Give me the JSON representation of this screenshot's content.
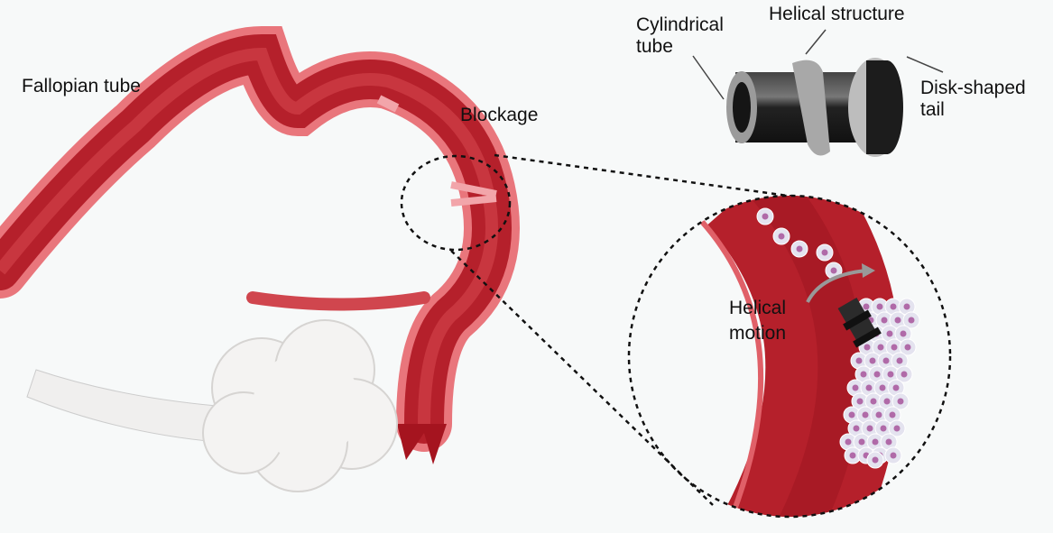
{
  "labels": {
    "fallopian_tube": "Fallopian tube",
    "blockage": "Blockage",
    "cylindrical_tube_1": "Cylindrical",
    "cylindrical_tube_2": "tube",
    "helical_structure": "Helical structure",
    "disk_tail_1": "Disk-shaped",
    "disk_tail_2": "tail",
    "helical_motion_1": "Helical",
    "helical_motion_2": "motion"
  },
  "colors": {
    "tube_red": "#b5202b",
    "tube_light": "#e5606a",
    "cell_fill": "#e4e3ef",
    "cell_core": "#b06aa8",
    "device": "#1b1b1b",
    "helix": "#9a9a9a"
  }
}
